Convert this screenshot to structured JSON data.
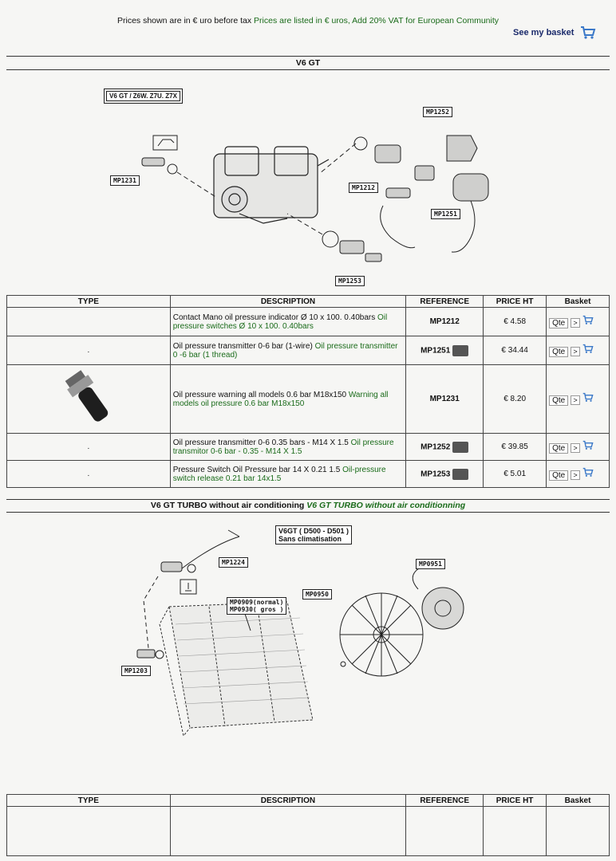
{
  "header": {
    "note_black": "Prices shown are in € uro before tax",
    "note_green": "Prices are listed in € uros, Add 20% VAT for European Community",
    "basket_label": "See my basket"
  },
  "section1": {
    "title": "V6 GT",
    "figure_label": "V6 GT / Z6W. Z7U. Z7X",
    "callouts": [
      "MP1252",
      "MP1212",
      "MP1231",
      "MP1251",
      "MP1253"
    ]
  },
  "table_headers": {
    "type": "TYPE",
    "description": "DESCRIPTION",
    "reference": "REFERENCE",
    "price": "PRICE HT",
    "basket": "Basket"
  },
  "rows": [
    {
      "type": "",
      "desc_black": "Contact Mano oil pressure indicator Ø 10 x 100. 0.40bars",
      "desc_green": "Oil pressure switches Ø 10 x 100. 0.40bars",
      "ref": "MP1212",
      "price": "€ 4.58",
      "qty_label": "Qte",
      "arrow": ">"
    },
    {
      "type": ".",
      "desc_black": "Oil pressure transmitter 0-6 bar (1-wire)",
      "desc_green": "Oil pressure transmitter 0 -6 bar (1 thread)",
      "ref": "MP1251",
      "price": "€ 34.44",
      "qty_label": "Qte",
      "arrow": ">"
    },
    {
      "type": "",
      "desc_black": "Oil pressure warning all models 0.6 bar M18x150",
      "desc_green": "Warning all models oil pressure 0.6 bar M18x150",
      "ref": "MP1231",
      "price": "€ 8.20",
      "qty_label": "Qte",
      "arrow": ">"
    },
    {
      "type": ".",
      "desc_black": "Oil pressure transmitter 0-6 0.35 bars - M14 X 1.5",
      "desc_green": "Oil pressure transmitor 0-6 bar - 0.35 - M14 X 1.5",
      "ref": "MP1252",
      "price": "€ 39.85",
      "qty_label": "Qte",
      "arrow": ">"
    },
    {
      "type": ".",
      "desc_black": "Pressure Switch Oil Pressure bar 14 X 0.21 1.5",
      "desc_green": "Oil-pressure switch release 0.21 bar 14x1.5",
      "ref": "MP1253",
      "price": "€ 5.01",
      "qty_label": "Qte",
      "arrow": ">"
    }
  ],
  "section2": {
    "title_black": "V6 GT TURBO without air conditioning",
    "title_green": "V6 GT TURBO without air conditionning",
    "figure_label_1": "V6GT ( D500 - D501 )",
    "figure_label_2": "Sans climatisation",
    "callouts": {
      "mp1224": "MP1224",
      "mp0951": "MP0951",
      "mp0950": "MP0950",
      "mp0909": "MP0909(normal)",
      "mp0930": "MP0930( gros )",
      "mp1203": "MP1203"
    }
  },
  "colors": {
    "green_text": "#1a6b1a",
    "basket_link": "#1a2a6b",
    "cart_icon": "#3a78c8"
  }
}
